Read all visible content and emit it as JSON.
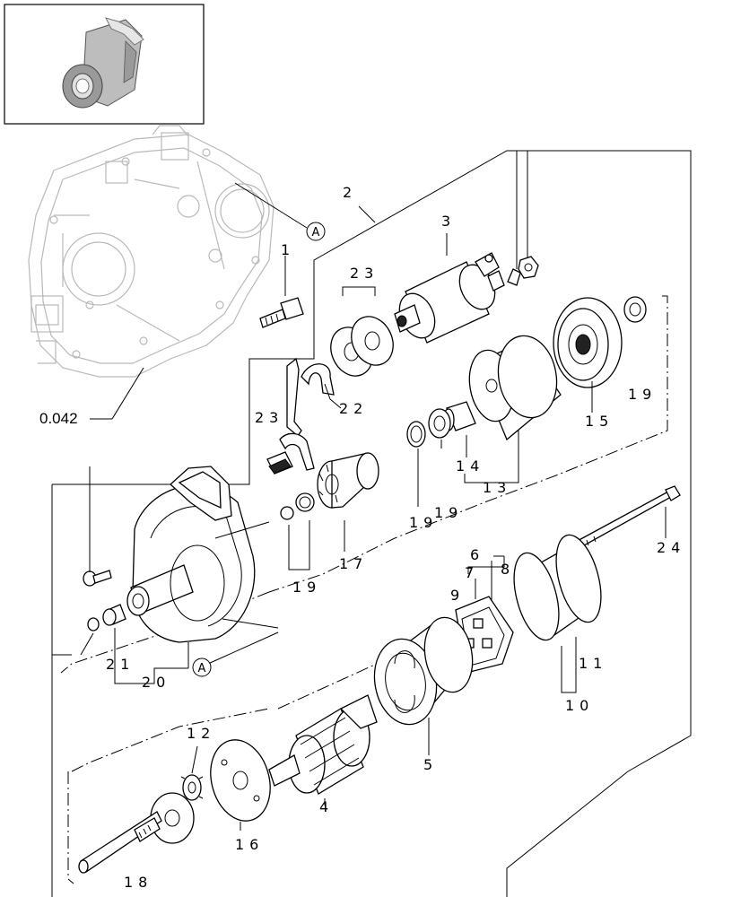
{
  "diagram": {
    "reference_code": "0.042",
    "callouts": [
      "A",
      "A"
    ],
    "part_numbers": [
      "1",
      "2",
      "3",
      "4",
      "5",
      "6",
      "7",
      "8",
      "9",
      "10",
      "11",
      "12",
      "13",
      "14",
      "15",
      "16",
      "17",
      "18",
      "19",
      "19",
      "19",
      "19",
      "20",
      "21",
      "22",
      "23",
      "23",
      "24"
    ]
  }
}
